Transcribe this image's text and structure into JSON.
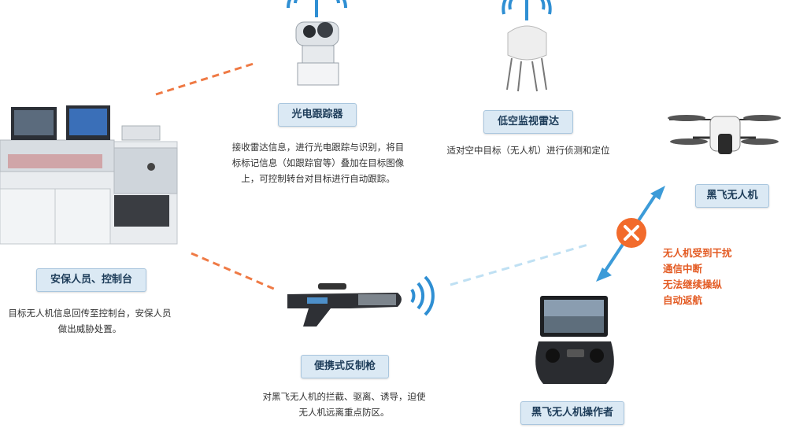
{
  "nodes": {
    "console": {
      "label": "安保人员、控制台",
      "desc": [
        "目标无人机信息回传至控制台，安保人员",
        "做出威胁处置。"
      ]
    },
    "tracker": {
      "label": "光电跟踪器",
      "desc": [
        "接收雷达信息，进行光电跟踪与识别，将目",
        "标标记信息（如跟踪窗等）叠加在目标图像",
        "上，可控制转台对目标进行自动跟踪。"
      ]
    },
    "radar": {
      "label": "低空监视雷达",
      "desc": [
        "适对空中目标（无人机）进行侦测和定位"
      ]
    },
    "drone": {
      "label": "黑飞无人机"
    },
    "gun": {
      "label": "便携式反制枪",
      "desc": [
        "对黑飞无人机的拦截、驱离、诱导，迫使",
        "无人机远离重点防区。"
      ]
    },
    "operator": {
      "label": "黑飞无人机操作者"
    }
  },
  "effects": [
    "无人机受到干扰",
    "通信中断",
    "无法继续操纵",
    "自动返航"
  ],
  "colors": {
    "dash_orange": "#ef7a45",
    "link_blue": "#3c9bd8",
    "signal_blue": "#2f8fd3",
    "x_orange": "#f26b2c",
    "warn_text": "#e35a22"
  }
}
